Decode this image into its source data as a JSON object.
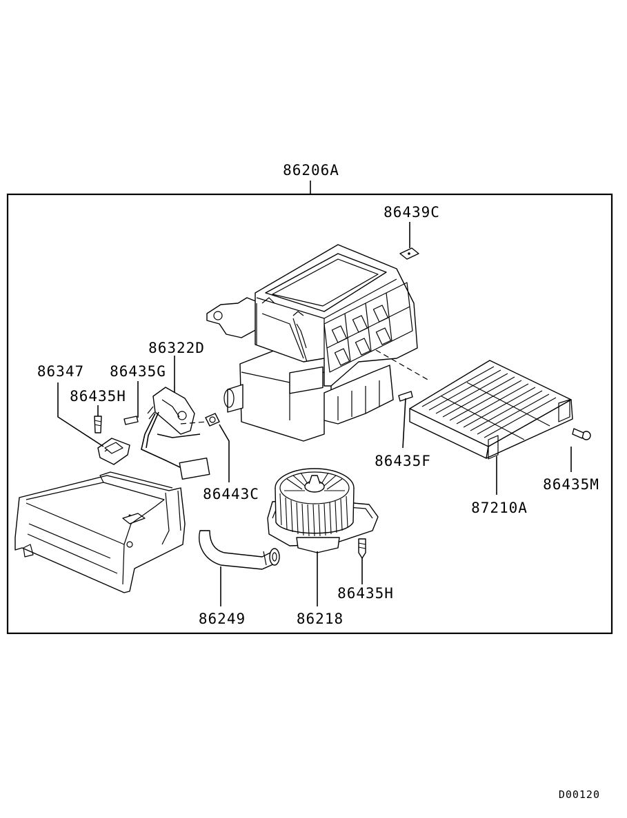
{
  "diagram": {
    "assembly_label": "86206A",
    "labels": {
      "p86439C": "86439C",
      "p86322D": "86322D",
      "p86347": "86347",
      "p86435G": "86435G",
      "p86435H_top": "86435H",
      "p86435F": "86435F",
      "p86443C": "86443C",
      "p86435M": "86435M",
      "p87210A": "87210A",
      "p86435H_bottom": "86435H",
      "p86249": "86249",
      "p86218": "86218"
    },
    "drawing_code": "D00120"
  }
}
